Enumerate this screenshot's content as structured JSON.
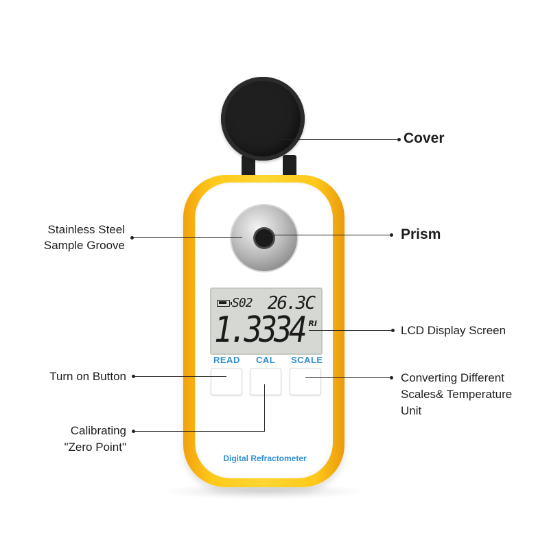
{
  "device": {
    "lcd": {
      "mode": "S02",
      "temperature": "26.3C",
      "reading": "1.3334",
      "unit": "RI"
    },
    "buttons": [
      {
        "label": "READ"
      },
      {
        "label": "CAL"
      },
      {
        "label": "SCALE"
      }
    ],
    "brand": "Digital Refractometer",
    "colors": {
      "shell": "#ffc91a",
      "accent_text": "#2f8fd2",
      "cover": "#1f1f1f"
    }
  },
  "callouts": {
    "cover": "Cover",
    "groove_line1": "Stainless Steel",
    "groove_line2": "Sample Groove",
    "prism": "Prism",
    "lcd": "LCD Display Screen",
    "turn_on": "Turn on Button",
    "convert_line1": "Converting Different",
    "convert_line2": "Scales& Temperature",
    "convert_line3": "Unit",
    "calib_line1": "Calibrating",
    "calib_line2": "\"Zero Point\""
  }
}
